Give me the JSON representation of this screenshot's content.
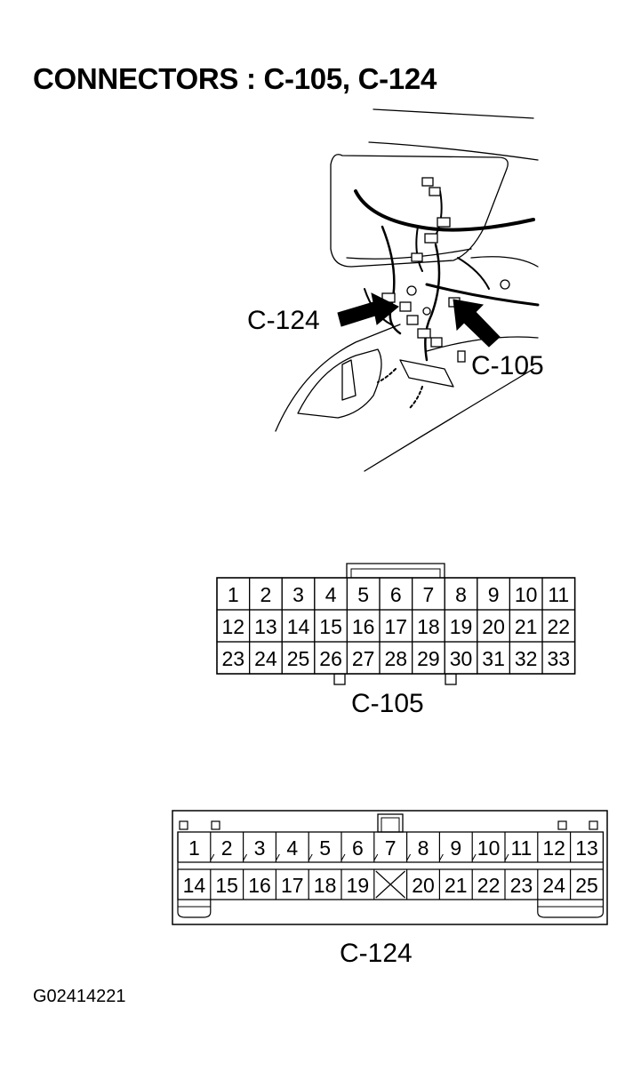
{
  "title": "CONNECTORS : C-105, C-124",
  "illustration": {
    "callouts": [
      "C-124",
      "C-105"
    ]
  },
  "connectors": [
    {
      "label": "C-105",
      "rows": [
        [
          "1",
          "2",
          "3",
          "4",
          "5",
          "6",
          "7",
          "8",
          "9",
          "10",
          "11"
        ],
        [
          "12",
          "13",
          "14",
          "15",
          "16",
          "17",
          "18",
          "19",
          "20",
          "21",
          "22"
        ],
        [
          "23",
          "24",
          "25",
          "26",
          "27",
          "28",
          "29",
          "30",
          "31",
          "32",
          "33"
        ]
      ]
    },
    {
      "label": "C-124",
      "rows": [
        [
          "1",
          "2",
          "3",
          "4",
          "5",
          "6",
          "7",
          "8",
          "9",
          "10",
          "11",
          "12",
          "13"
        ],
        [
          "14",
          "15",
          "16",
          "17",
          "18",
          "19",
          "",
          "20",
          "21",
          "22",
          "23",
          "24",
          "25"
        ]
      ]
    }
  ],
  "figure_id": "G02414221"
}
